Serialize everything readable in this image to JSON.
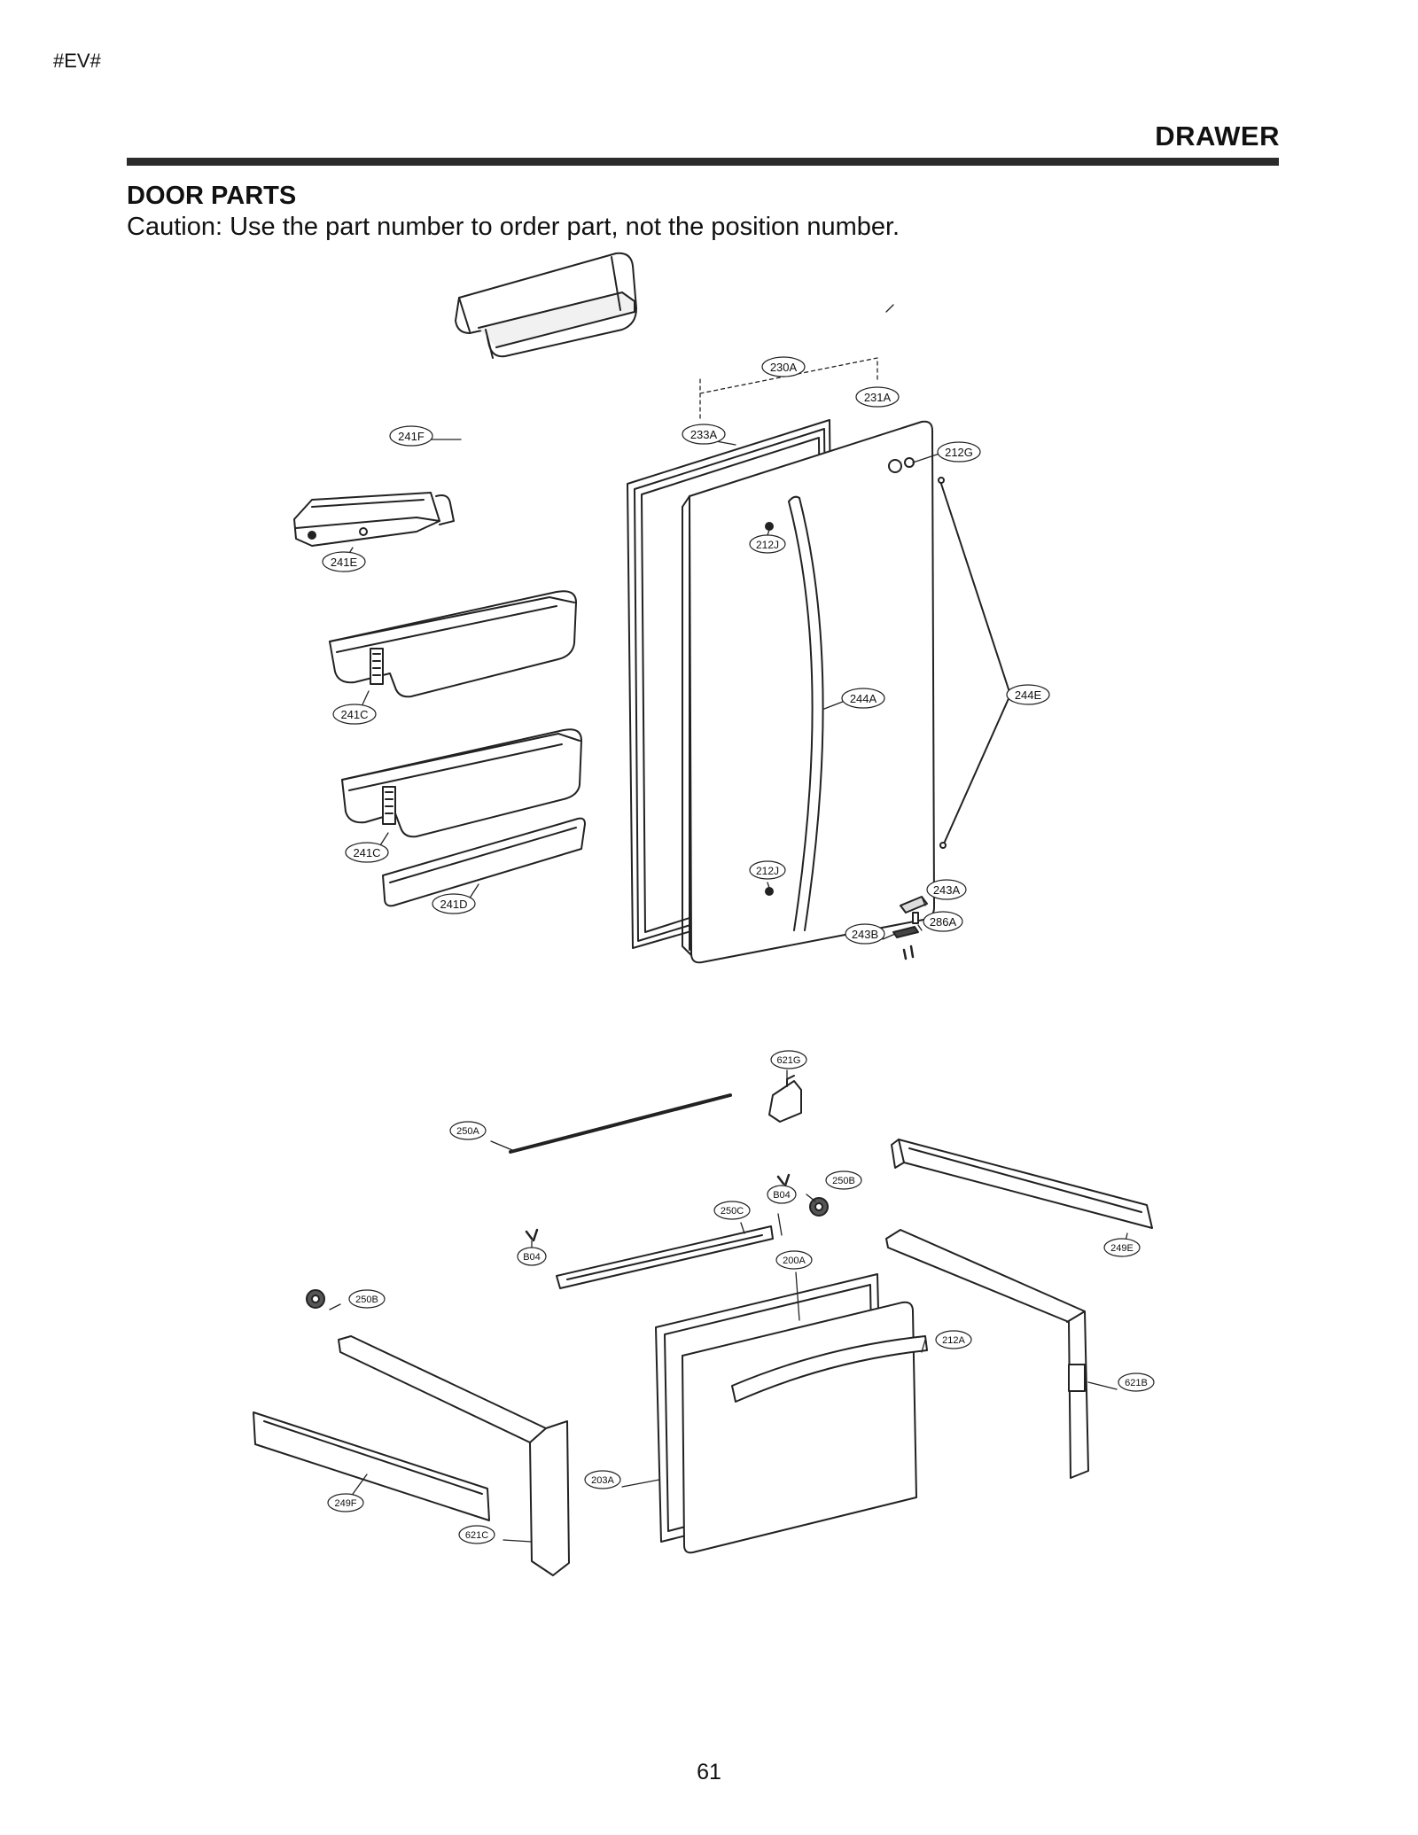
{
  "header": {
    "doc_code": "#EV#",
    "section": "DRAWER"
  },
  "title": "DOOR PARTS",
  "caution": "Caution: Use the part number to order part, not the position number.",
  "page_number": "61",
  "callouts": {
    "c230A": "230A",
    "c231A": "231A",
    "c233A": "233A",
    "c212G": "212G",
    "c241F": "241F",
    "c241E": "241E",
    "c212J_top": "212J",
    "c241C_top": "241C",
    "c244A": "244A",
    "c244E": "244E",
    "c241C_bot": "241C",
    "c241D": "241D",
    "c212J_bot": "212J",
    "c243A": "243A",
    "c286A": "286A",
    "c243B": "243B",
    "c621G": "621G",
    "c250A": "250A",
    "c250B_top": "250B",
    "c B04_top": "B04",
    "c250C": "250C",
    "cB04_left": "B04",
    "c249E": "249E",
    "c200A": "200A",
    "c250B_left": "250B",
    "c212A": "212A",
    "c621B": "621B",
    "c203A": "203A",
    "c249F": "249F",
    "c621C": "621C"
  }
}
